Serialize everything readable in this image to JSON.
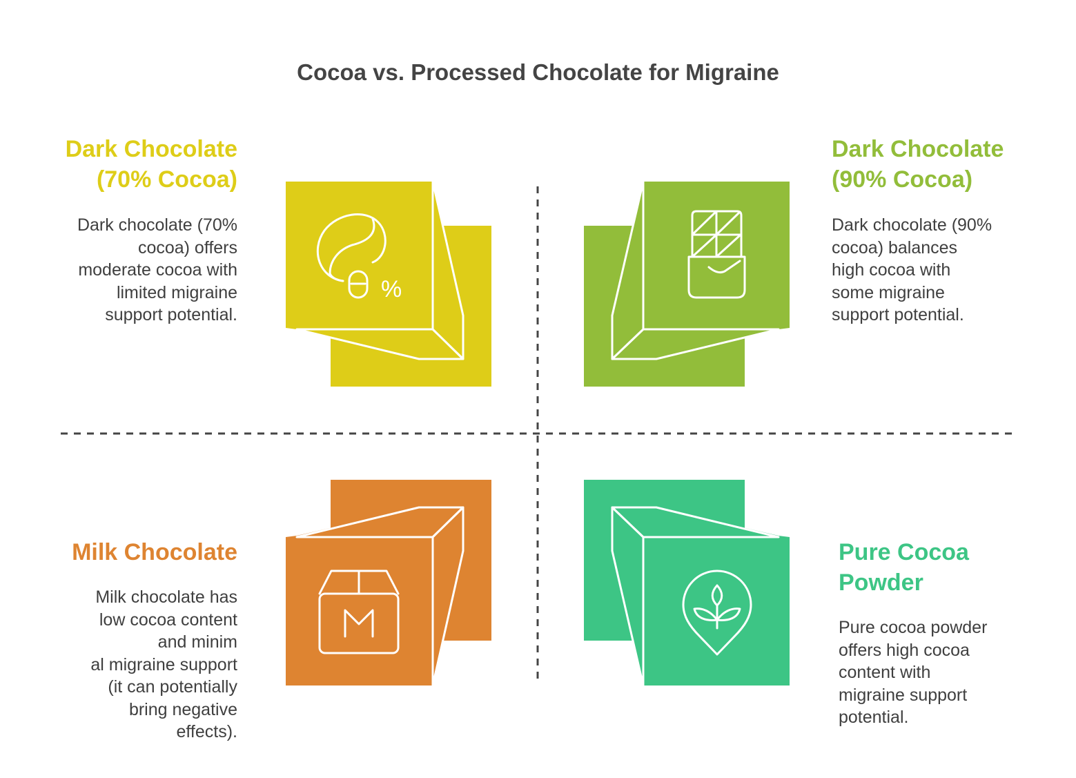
{
  "title": "Cocoa vs. Processed Chocolate for Migraine",
  "colors": {
    "dark70": "#DECD18",
    "dark90": "#92BD3A",
    "milk": "#DE8431",
    "pure": "#3DC585",
    "divider": "#444444",
    "text": "#3f3f3f"
  },
  "quadrants": {
    "top_left": {
      "heading": [
        "Dark Chocolate",
        "(70% Cocoa)"
      ],
      "body": [
        "Dark chocolate (70%",
        "cocoa) offers",
        "moderate cocoa with",
        "limited migraine",
        "support potential."
      ],
      "icon": "cocoa-bean-percent-icon",
      "icon_text": "%"
    },
    "top_right": {
      "heading": [
        "Dark Chocolate",
        "(90% Cocoa)"
      ],
      "body": [
        "Dark chocolate (90%",
        "cocoa) balances",
        "high cocoa with",
        "some migraine",
        "support potential."
      ],
      "icon": "chocolate-bar-icon"
    },
    "bottom_left": {
      "heading": [
        "Milk Chocolate"
      ],
      "body": [
        "Milk chocolate has",
        "low cocoa content",
        "and minim",
        "al migraine support",
        "(it can potentially",
        "bring negative",
        "effects)."
      ],
      "icon": "milk-box-icon",
      "icon_text": "M"
    },
    "bottom_right": {
      "heading": [
        "Pure Cocoa",
        "Powder"
      ],
      "body": [
        "Pure cocoa powder",
        "offers high cocoa",
        "content with",
        "migraine support",
        "potential."
      ],
      "icon": "leaf-drop-icon"
    }
  }
}
